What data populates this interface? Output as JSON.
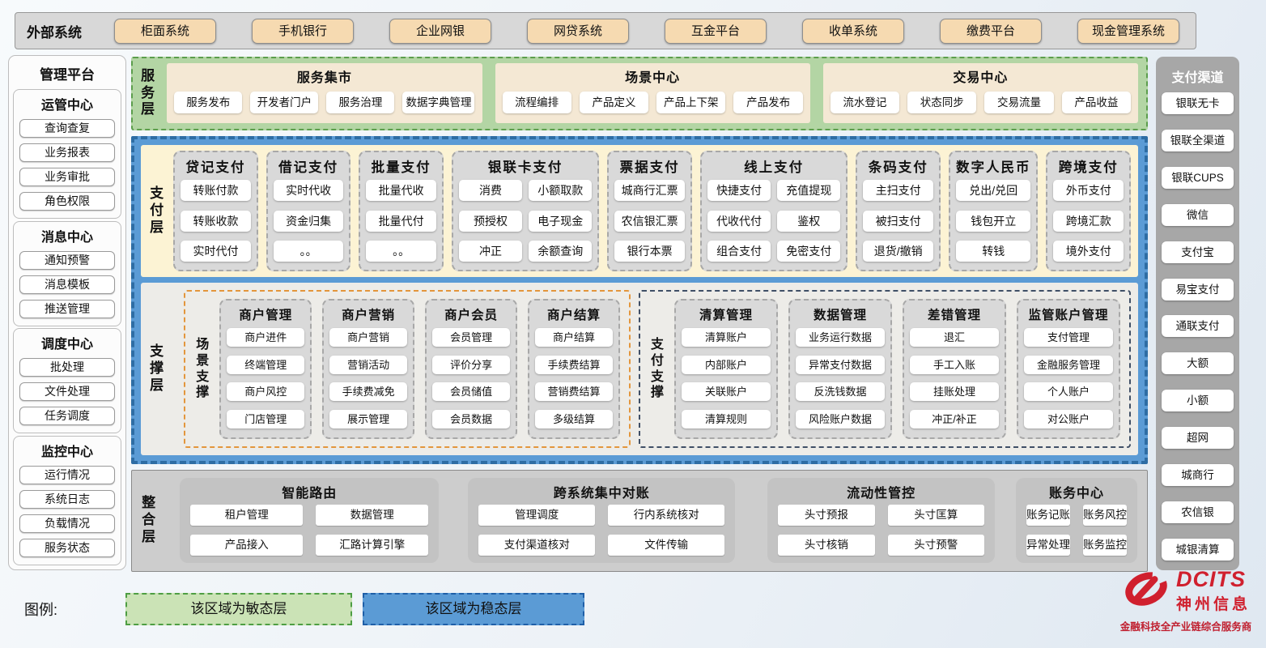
{
  "colors": {
    "agile_green": "#b3d5a4",
    "stable_blue": "#5b9bd5",
    "cream": "#fcf3d4",
    "tan": "#f6dab1",
    "scene_orange": "#e3963c",
    "pay_navy": "#3f4f66",
    "brand_red": "#d0202e"
  },
  "external": {
    "label": "外部系统",
    "items": [
      "柜面系统",
      "手机银行",
      "企业网银",
      "网贷系统",
      "互金平台",
      "收单系统",
      "缴费平台",
      "现金管理系统"
    ]
  },
  "management": {
    "title": "管理平台",
    "groups": [
      {
        "title": "运管中心",
        "items": [
          "查询查复",
          "业务报表",
          "业务审批",
          "角色权限"
        ]
      },
      {
        "title": "消息中心",
        "items": [
          "通知预警",
          "消息模板",
          "推送管理"
        ]
      },
      {
        "title": "调度中心",
        "items": [
          "批处理",
          "文件处理",
          "任务调度"
        ]
      },
      {
        "title": "监控中心",
        "items": [
          "运行情况",
          "系统日志",
          "负载情况",
          "服务状态"
        ]
      }
    ]
  },
  "service": {
    "label": "服务层",
    "groups": [
      {
        "title": "服务集市",
        "items": [
          "服务发布",
          "开发者门户",
          "服务治理",
          "数据字典管理"
        ]
      },
      {
        "title": "场景中心",
        "items": [
          "流程编排",
          "产品定义",
          "产品上下架",
          "产品发布"
        ]
      },
      {
        "title": "交易中心",
        "items": [
          "流水登记",
          "状态同步",
          "交易流量",
          "产品收益"
        ]
      }
    ]
  },
  "payment": {
    "label": "支付层",
    "columns": [
      {
        "title": "贷记支付",
        "layout": "",
        "items": [
          "转账付款",
          "转账收款",
          "实时代付"
        ]
      },
      {
        "title": "借记支付",
        "layout": "",
        "items": [
          "实时代收",
          "资金归集",
          "。。"
        ]
      },
      {
        "title": "批量支付",
        "layout": "",
        "items": [
          "批量代收",
          "批量代付",
          "。。"
        ]
      },
      {
        "title": "银联卡支付",
        "layout": "wide",
        "items": [
          "消费",
          "小额取款",
          "预授权",
          "电子现金",
          "冲正",
          "余额查询"
        ]
      },
      {
        "title": "票据支付",
        "layout": "",
        "items": [
          "城商行汇票",
          "农信银汇票",
          "银行本票"
        ]
      },
      {
        "title": "线上支付",
        "layout": "wide",
        "items": [
          "快捷支付",
          "充值提现",
          "代收代付",
          "鉴权",
          "组合支付",
          "免密支付"
        ]
      },
      {
        "title": "条码支付",
        "layout": "",
        "items": [
          "主扫支付",
          "被扫支付",
          "退货/撤销"
        ]
      },
      {
        "title": "数字人民币",
        "layout": "",
        "items": [
          "兑出/兑回",
          "钱包开立",
          "转钱"
        ]
      },
      {
        "title": "跨境支付",
        "layout": "",
        "items": [
          "外币支付",
          "跨境汇款",
          "境外支付"
        ]
      }
    ]
  },
  "support": {
    "label": "支撑层",
    "scene": {
      "label": "场景支撑",
      "columns": [
        {
          "title": "商户管理",
          "items": [
            "商户进件",
            "终端管理",
            "商户风控",
            "门店管理"
          ]
        },
        {
          "title": "商户营销",
          "items": [
            "商户营销",
            "营销活动",
            "手续费减免",
            "展示管理"
          ]
        },
        {
          "title": "商户会员",
          "items": [
            "会员管理",
            "评价分享",
            "会员储值",
            "会员数据"
          ]
        },
        {
          "title": "商户结算",
          "items": [
            "商户结算",
            "手续费结算",
            "营销费结算",
            "多级结算"
          ]
        }
      ]
    },
    "pay": {
      "label": "支付支撑",
      "columns": [
        {
          "title": "清算管理",
          "items": [
            "清算账户",
            "内部账户",
            "关联账户",
            "清算规则"
          ]
        },
        {
          "title": "数据管理",
          "items": [
            "业务运行数据",
            "异常支付数据",
            "反洗钱数据",
            "风险账户数据"
          ]
        },
        {
          "title": "差错管理",
          "items": [
            "退汇",
            "手工入账",
            "挂账处理",
            "冲正/补正"
          ]
        },
        {
          "title": "监管账户管理",
          "items": [
            "支付管理",
            "金融服务管理",
            "个人账户",
            "对公账户"
          ]
        }
      ]
    }
  },
  "integration": {
    "label": "整合层",
    "groups": [
      {
        "title": "智能路由",
        "items": [
          "租户管理",
          "数据管理",
          "产品接入",
          "汇路计算引擎"
        ]
      },
      {
        "title": "跨系统集中对账",
        "items": [
          "管理调度",
          "行内系统核对",
          "支付渠道核对",
          "文件传输"
        ]
      },
      {
        "title": "流动性管控",
        "items": [
          "头寸预报",
          "头寸匡算",
          "头寸核销",
          "头寸预警"
        ]
      },
      {
        "title": "账务中心",
        "items": [
          "账务记账",
          "账务风控",
          "异常处理",
          "账务监控"
        ]
      }
    ]
  },
  "channels": {
    "title": "支付渠道",
    "items": [
      "银联无卡",
      "银联全渠道",
      "银联CUPS",
      "微信",
      "支付宝",
      "易宝支付",
      "通联支付",
      "大额",
      "小额",
      "超网",
      "城商行",
      "农信银",
      "城银清算"
    ]
  },
  "legend": {
    "label": "图例:",
    "agile": "该区域为敏态层",
    "stable": "该区域为稳态层"
  },
  "logo": {
    "brand": "DCITS",
    "name": "神州信息",
    "tagline": "金融科技全产业链综合服务商"
  }
}
